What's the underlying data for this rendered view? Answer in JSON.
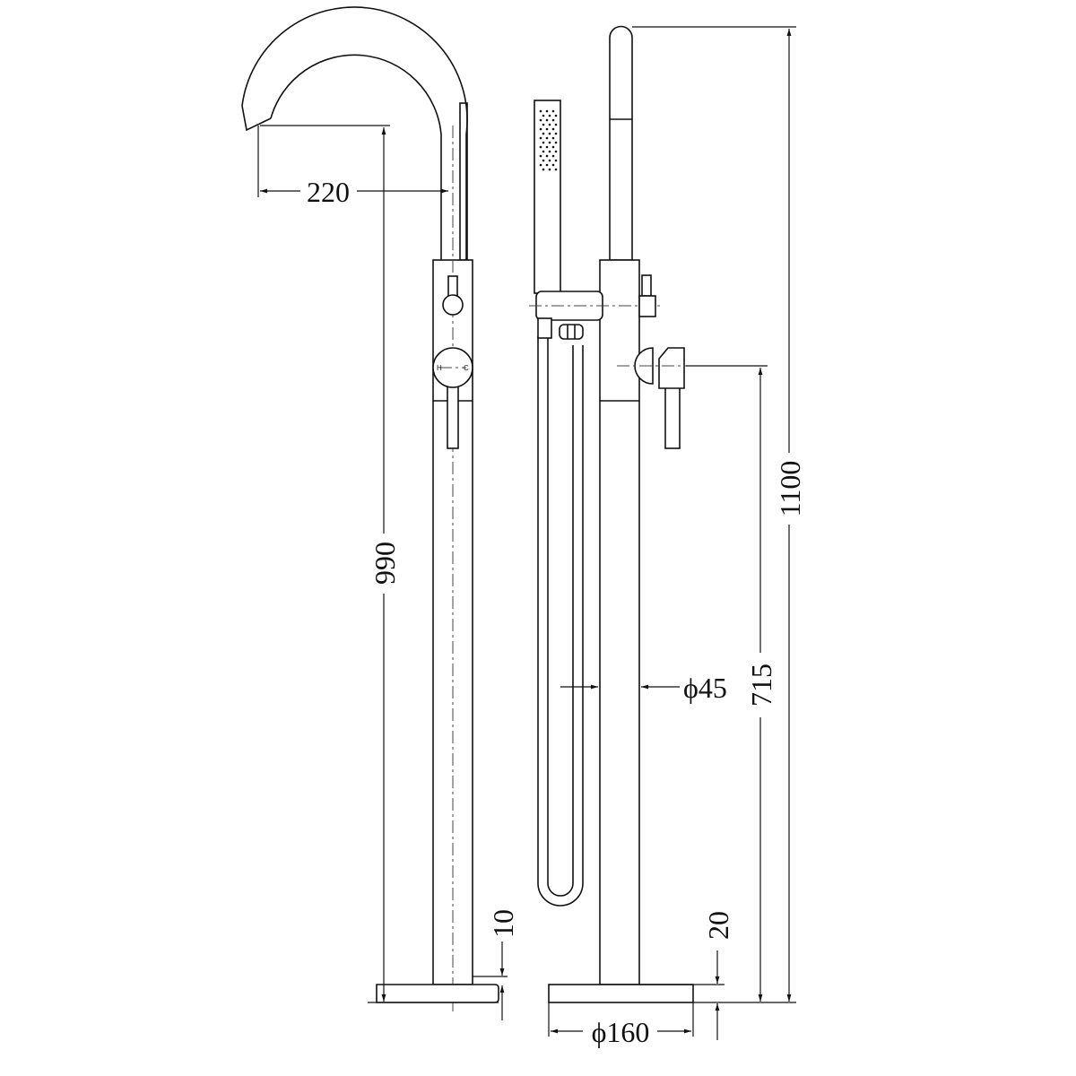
{
  "drawing": {
    "left_view": {
      "dim_spout_reach": "220",
      "dim_spout_height": "990",
      "dim_base_thickness": "10",
      "handle_hot": "H",
      "handle_cold": "C"
    },
    "right_view": {
      "dim_total_height": "1100",
      "dim_handle_height": "715",
      "dim_column_diameter": "ϕ45",
      "dim_base_thickness": "20",
      "dim_base_diameter": "ϕ160"
    },
    "line_color": "#111111"
  }
}
